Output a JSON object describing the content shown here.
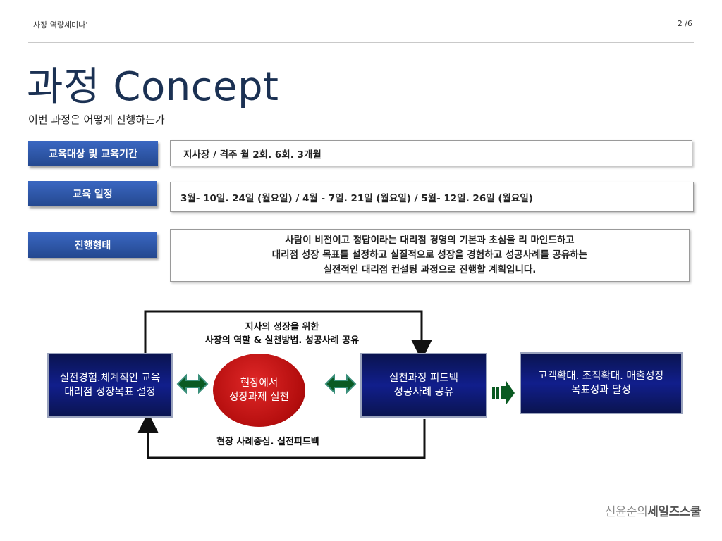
{
  "header": {
    "left": "'사장 역량세미나'",
    "right": "2 /6"
  },
  "title": "과정 Concept",
  "subtitle": "이번 과정은 어떻게 진행하는가",
  "rows": [
    {
      "label": "교육대상 및 교육기간",
      "value": "지사장  /  격주 월 2회.  6회. 3개월"
    },
    {
      "label": "교육 일정",
      "value": "3월- 10일. 24일 (월요일)  / 4월 - 7일. 21일 (월요일) / 5월- 12일. 26일 (월요일)"
    },
    {
      "label": "진행형태",
      "lines": [
        "사람이 비전이고 정답이라는 대리점 경영의 기본과 초심을 리 마인드하고",
        "대리점 성장 목표를 설정하고  실질적으로 성장을 경험하고 성공사례를 공유하는",
        "실전적인 대리점 컨설팅 과정으로 진행할 계획입니다."
      ]
    }
  ],
  "diagram": {
    "left_box": [
      "실전경험.체계적인 교육",
      "대리점 성장목표 설정"
    ],
    "center": [
      "현장에서",
      "성장과제 실천"
    ],
    "mid_box": [
      "실천과정 피드백",
      "성공사례 공유"
    ],
    "right_box": [
      "고객확대. 조직확대. 매출성장",
      "목표성과 달성"
    ],
    "loop_top": [
      "지사의 성장을  위한",
      "사장의 역할 & 실천방법. 성공사례 공유"
    ],
    "loop_bottom": "현장 사례중심. 실전피드백",
    "colors": {
      "navy": "#111e8c",
      "red": "#c41414",
      "green": "#0a5a22",
      "teal": "#3a8f7a"
    }
  },
  "footer": {
    "logo_light": "신윤순의",
    "logo_bold": "세일즈스쿨"
  }
}
